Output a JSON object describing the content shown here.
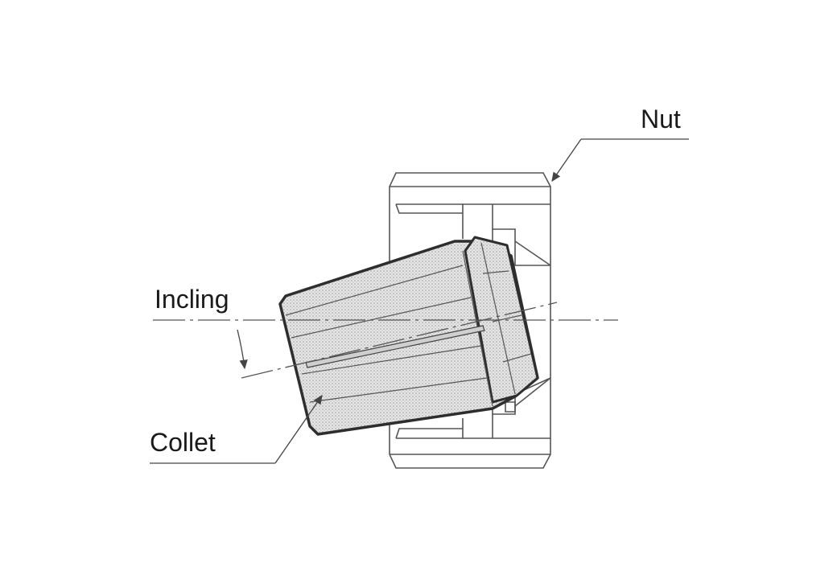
{
  "labels": {
    "nut": "Nut",
    "incline": "Incling",
    "collet": "Collet"
  },
  "colors": {
    "line": "#4a4a4a",
    "outline": "#333333",
    "collet_fill": "#d9d9d9",
    "background": "#ffffff"
  }
}
